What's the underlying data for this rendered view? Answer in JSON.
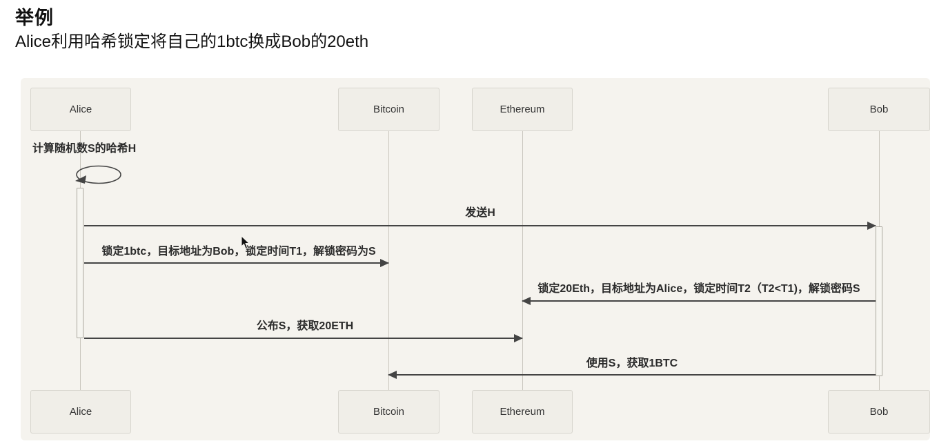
{
  "header": {
    "title": "举例",
    "subtitle": "Alice利用哈希锁定将自己的1btc换成Bob的20eth"
  },
  "diagram": {
    "type": "sequence-diagram",
    "participants": [
      {
        "id": "alice",
        "label": "Alice"
      },
      {
        "id": "bitcoin",
        "label": "Bitcoin"
      },
      {
        "id": "ethereum",
        "label": "Ethereum"
      },
      {
        "id": "bob",
        "label": "Bob"
      }
    ],
    "messages": [
      {
        "from": "alice",
        "to": "alice",
        "kind": "self-loop",
        "label": "计算随机数S的哈希H"
      },
      {
        "from": "alice",
        "to": "bob",
        "kind": "solid-arrow",
        "label": "发送H"
      },
      {
        "from": "alice",
        "to": "bitcoin",
        "kind": "solid-arrow",
        "label": "锁定1btc，目标地址为Bob，锁定时间T1，解锁密码为S"
      },
      {
        "from": "bob",
        "to": "ethereum",
        "kind": "solid-arrow",
        "label": "锁定20Eth，目标地址为Alice，锁定时间T2（T2<T1)，解锁密码S"
      },
      {
        "from": "alice",
        "to": "ethereum",
        "kind": "solid-arrow",
        "label": "公布S，获取20ETH"
      },
      {
        "from": "bob",
        "to": "bitcoin",
        "kind": "solid-arrow",
        "label": "使用S，获取1BTC"
      }
    ],
    "colors": {
      "page_bg": "#ffffff",
      "panel_bg": "#f5f3ee",
      "box_bg": "#f0eee8",
      "box_border": "#d7d5ce",
      "lifeline": "#c9c6be",
      "arrow": "#444444",
      "message_text": "#2b2b2b",
      "label_text": "#333333",
      "title_text": "#111111"
    }
  }
}
